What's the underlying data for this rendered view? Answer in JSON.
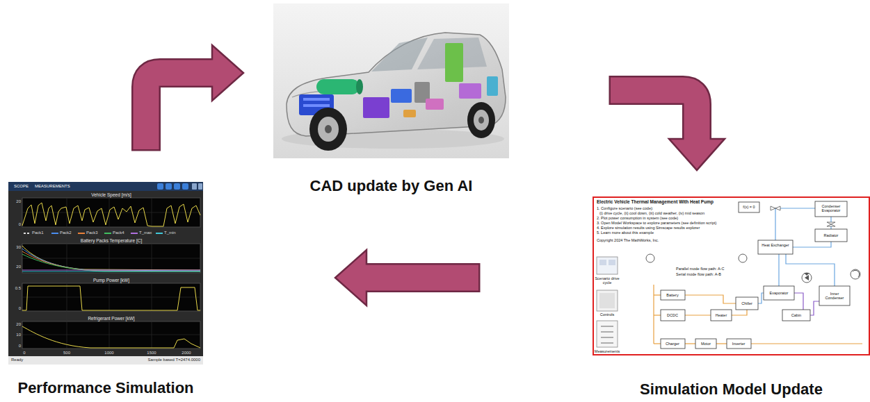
{
  "diagram": {
    "nodes": [
      {
        "text": [
          "CAD update by Gen AI"
        ]
      },
      {
        "text": [
          "Simulation Model Update"
        ]
      },
      {
        "text": [
          "Performance Simulation"
        ]
      }
    ],
    "edges": [
      {
        "from": 2,
        "to": 0,
        "arrow": "to"
      },
      {
        "from": 0,
        "to": 1,
        "arrow": "to"
      },
      {
        "from": 1,
        "to": 2,
        "arrow": "to"
      }
    ],
    "labels": [
      "SCOPE",
      "MEASUREMENTS",
      "Vehicle Speed [m/s]",
      "20",
      "0",
      "Pack1",
      "Pack2",
      "Pack3",
      "Pack4",
      "T_max",
      "T_min",
      "Battery Packs Temperature [C]",
      "30",
      "20",
      "Pump Power [kW]",
      "0.5",
      "0",
      "Refrigerant Power [kW]",
      "20",
      "10",
      "0",
      "0",
      "500",
      "1000",
      "1500",
      "2000",
      "Ready",
      "Sample based T=2474.0000",
      "Electric Vehicle Thermal Management With Heat Pump",
      "1. Configure scenario (see code):",
      "(i) drive cycle, (ii) cool down, (iii) cold weather, (iv) mid season",
      "2. Plot power consumption in system (see code)",
      "3. Open Model Workspace to explore parameters (see definition script)",
      "4. Explore simulation results using Simscape results explorer",
      "5. Learn more about this example",
      "Copyright 2024 The MathWorks, Inc.",
      "f(x) = 0",
      "Condenser Evaporator",
      "Radiator",
      "Heat Exchanger",
      "Parallel mode flow path: A-C",
      "Serial mode flow path: A-B",
      "Evaporator",
      "Inner Condenser",
      "Battery",
      "Chiller",
      "DCDC",
      "Heater",
      "Cabin",
      "Charger",
      "Motor",
      "Inverter",
      "Scenario drive cycle",
      "Controls",
      "Measurements"
    ]
  }
}
